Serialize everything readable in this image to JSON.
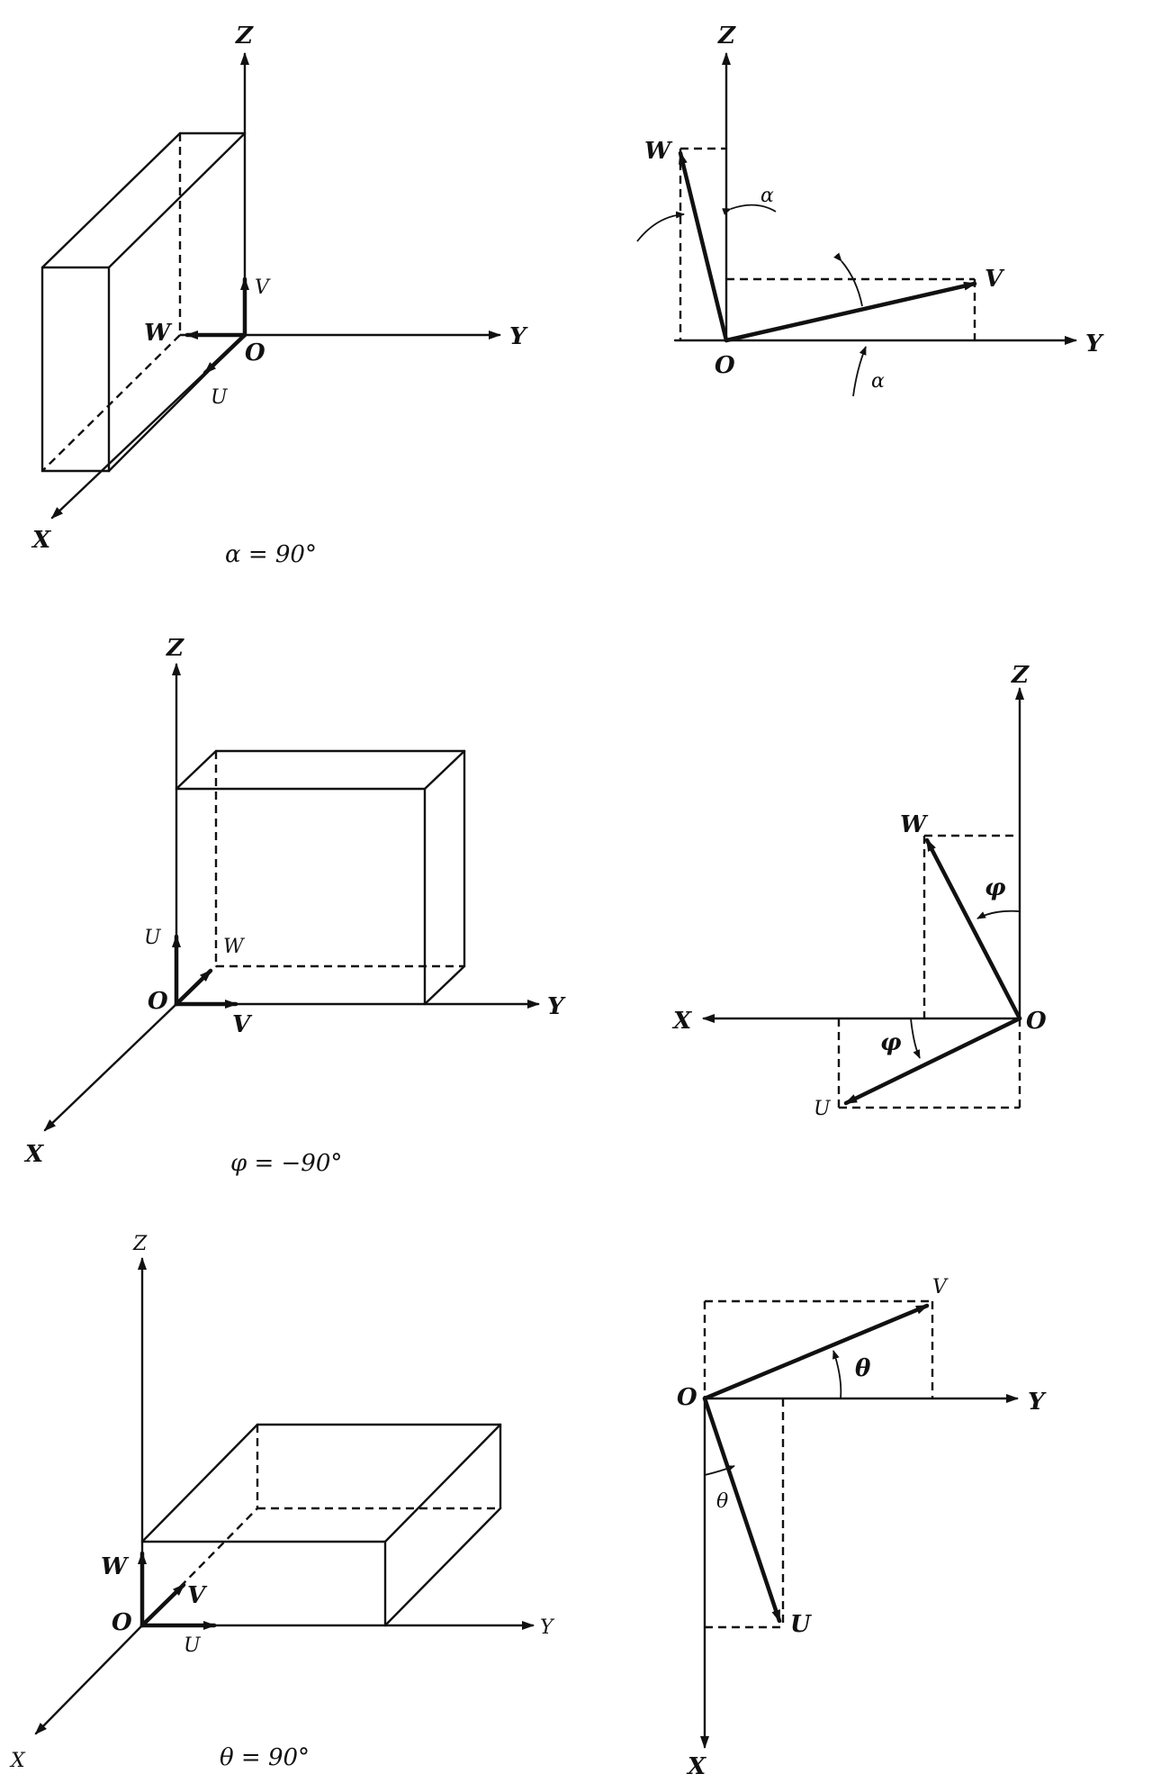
{
  "figures": [
    {
      "id": "alpha",
      "caption": "α = 90°",
      "left": {
        "axes": [
          "X",
          "Y",
          "Z"
        ],
        "origin": "O",
        "vectors": [
          "U",
          "V",
          "W"
        ]
      },
      "right": {
        "axes": [
          "Y",
          "Z"
        ],
        "origin": "O",
        "vectors": [
          "V",
          "W"
        ],
        "angle": "α"
      }
    },
    {
      "id": "phi",
      "caption": "φ = −90°",
      "left": {
        "axes": [
          "X",
          "Y",
          "Z"
        ],
        "origin": "O",
        "vectors": [
          "U",
          "V",
          "W"
        ]
      },
      "right": {
        "axes": [
          "X",
          "Z"
        ],
        "origin": "O",
        "vectors": [
          "U",
          "W"
        ],
        "angle": "φ"
      }
    },
    {
      "id": "theta",
      "caption": "θ = 90°",
      "left": {
        "axes": [
          "X",
          "Y",
          "Z"
        ],
        "origin": "O",
        "vectors": [
          "U",
          "V",
          "W"
        ]
      },
      "right": {
        "axes": [
          "X",
          "Y"
        ],
        "origin": "O",
        "vectors": [
          "U",
          "V"
        ],
        "angle": "θ"
      }
    }
  ]
}
